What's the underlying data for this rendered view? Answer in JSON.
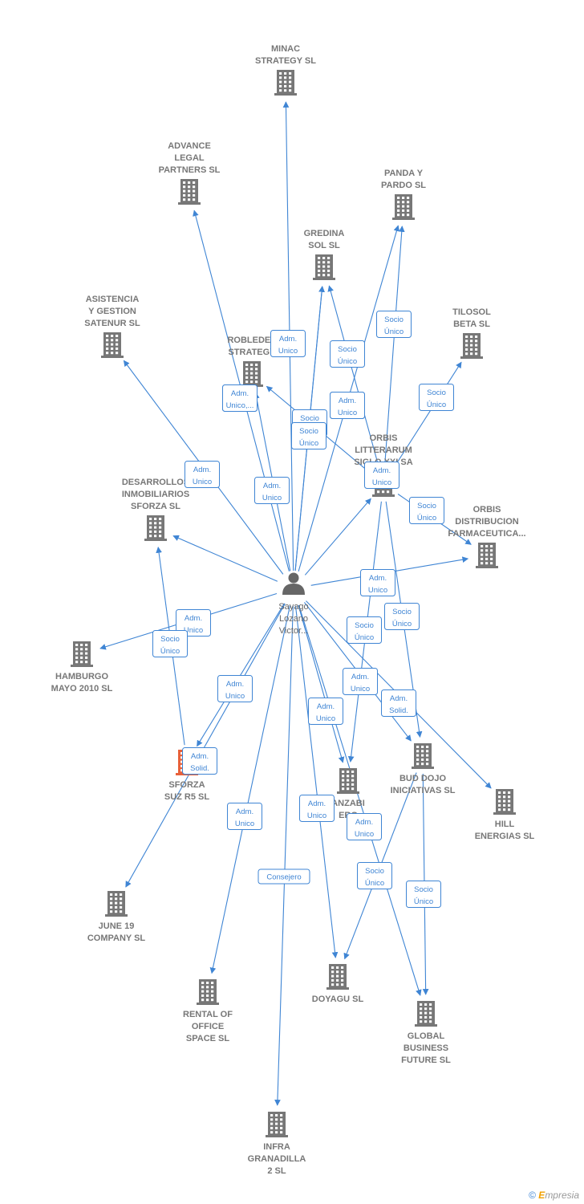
{
  "colors": {
    "edge": "#3f85d4",
    "building": "#777777",
    "highlight": "#e8613a",
    "person": "#666666"
  },
  "center": {
    "lines": [
      "Sayago",
      "Lozano",
      "Victor..."
    ],
    "icon": "person-icon"
  },
  "nodes": [
    {
      "id": "minac",
      "lines": [
        "MINAC",
        "STRATEGY  SL"
      ],
      "icon": "building-icon"
    },
    {
      "id": "advance",
      "lines": [
        "ADVANCE",
        "LEGAL",
        "PARTNERS  SL"
      ],
      "icon": "building-icon"
    },
    {
      "id": "panda",
      "lines": [
        "PANDA Y",
        "PARDO  SL"
      ],
      "icon": "building-icon"
    },
    {
      "id": "gredina",
      "lines": [
        "GREDINA",
        "SOL  SL"
      ],
      "icon": "building-icon"
    },
    {
      "id": "asistencia",
      "lines": [
        "ASISTENCIA",
        "Y GESTION",
        "SATENUR  SL"
      ],
      "icon": "building-icon"
    },
    {
      "id": "tilosol",
      "lines": [
        "TILOSOL",
        "BETA  SL"
      ],
      "icon": "building-icon"
    },
    {
      "id": "robledes",
      "lines": [
        "ROBLEDES",
        "STRATEGY"
      ],
      "icon": "building-icon"
    },
    {
      "id": "orbis_litt",
      "lines": [
        "ORBIS",
        "LITTERARUM",
        "SIGLO XXI SA"
      ],
      "icon": "building-icon"
    },
    {
      "id": "desarrollos",
      "lines": [
        "DESARROLLOS",
        "INMOBILIARIOS",
        "SFORZA  SL"
      ],
      "icon": "building-icon"
    },
    {
      "id": "orbis_dist",
      "lines": [
        "ORBIS",
        "DISTRIBUCION",
        "FARMACEUTICA..."
      ],
      "icon": "building-icon"
    },
    {
      "id": "hamburgo",
      "lines": [
        "HAMBURGO",
        "MAYO 2010 SL"
      ],
      "icon": "building-icon"
    },
    {
      "id": "sforza",
      "lines": [
        "SFORZA",
        "SUZ R5  SL"
      ],
      "icon": "building-icon",
      "highlight": true
    },
    {
      "id": "anzabi",
      "lines": [
        "ANZABI",
        "ERG"
      ],
      "icon": "building-icon"
    },
    {
      "id": "bud",
      "lines": [
        "BUD DOJO",
        "INICIATIVAS SL"
      ],
      "icon": "building-icon"
    },
    {
      "id": "hill",
      "lines": [
        "HILL",
        "ENERGIAS  SL"
      ],
      "icon": "building-icon"
    },
    {
      "id": "june",
      "lines": [
        "JUNE 19",
        "COMPANY  SL"
      ],
      "icon": "building-icon"
    },
    {
      "id": "rental",
      "lines": [
        "RENTAL OF",
        "OFFICE",
        "SPACE  SL"
      ],
      "icon": "building-icon"
    },
    {
      "id": "doyagu",
      "lines": [
        "DOYAGU  SL"
      ],
      "icon": "building-icon"
    },
    {
      "id": "global",
      "lines": [
        "GLOBAL",
        "BUSINESS",
        "FUTURE SL"
      ],
      "icon": "building-icon"
    },
    {
      "id": "infra",
      "lines": [
        "INFRA",
        "GRANADILLA",
        "2  SL"
      ],
      "icon": "building-icon"
    }
  ],
  "relations": [
    {
      "from": "center",
      "to": "minac",
      "lines": [
        "Adm.",
        "Unico"
      ]
    },
    {
      "from": "center",
      "to": "advance",
      "lines": [
        "Adm.",
        "Unico"
      ]
    },
    {
      "from": "center",
      "to": "robledes",
      "lines": [
        "Adm.",
        "Unico,..."
      ]
    },
    {
      "from": "center",
      "to": "gredina",
      "lines": [
        "Socio",
        "Único"
      ]
    },
    {
      "from": "center",
      "to": "gredina",
      "lines": [
        "Adm.",
        "Unico"
      ]
    },
    {
      "from": "center",
      "to": "panda",
      "lines": [
        "Adm.",
        "Unico"
      ]
    },
    {
      "from": "orbis_litt",
      "to": "panda",
      "lines": [
        "Socio",
        "Único"
      ]
    },
    {
      "from": "orbis_litt",
      "to": "gredina",
      "lines": [
        "Socio",
        "Único"
      ]
    },
    {
      "from": "orbis_litt",
      "to": "robledes",
      "lines": [
        "Socio",
        "Único"
      ]
    },
    {
      "from": "orbis_litt",
      "to": "tilosol",
      "lines": [
        "Socio",
        "Único"
      ]
    },
    {
      "from": "center",
      "to": "asistencia",
      "lines": [
        "Adm.",
        "Unico"
      ]
    },
    {
      "from": "center",
      "to": "orbis_litt",
      "lines": [
        "Adm.",
        "Unico"
      ]
    },
    {
      "from": "orbis_litt",
      "to": "orbis_dist",
      "lines": [
        "Socio",
        "Único"
      ]
    },
    {
      "from": "center",
      "to": "desarrollos",
      "lines": [
        "Adm.",
        "Unico"
      ]
    },
    {
      "from": "center",
      "to": "orbis_dist",
      "lines": [
        "Adm.",
        "Unico"
      ]
    },
    {
      "from": "center",
      "to": "hamburgo",
      "lines": [
        "Adm.",
        "Unico"
      ]
    },
    {
      "from": "sforza",
      "to": "desarrollos",
      "lines": [
        "Socio",
        "Único"
      ]
    },
    {
      "from": "center",
      "to": "sforza",
      "lines": [
        "Adm.",
        "Unico"
      ]
    },
    {
      "from": "center",
      "to": "june",
      "lines": [
        "Adm.",
        "Solid."
      ]
    },
    {
      "from": "orbis_litt",
      "to": "anzabi",
      "lines": [
        "Socio",
        "Único"
      ]
    },
    {
      "from": "orbis_litt",
      "to": "bud",
      "lines": [
        "Socio",
        "Único"
      ]
    },
    {
      "from": "center",
      "to": "anzabi",
      "lines": [
        "Adm.",
        "Unico"
      ]
    },
    {
      "from": "center",
      "to": "bud",
      "lines": [
        "Adm.",
        "Solid."
      ]
    },
    {
      "from": "center",
      "to": "hill",
      "lines": [
        "Adm.",
        "Unico"
      ]
    },
    {
      "from": "center",
      "to": "rental",
      "lines": [
        "Adm.",
        "Unico"
      ]
    },
    {
      "from": "center",
      "to": "doyagu",
      "lines": [
        "Adm.",
        "Unico"
      ]
    },
    {
      "from": "center",
      "to": "global",
      "lines": [
        "Adm.",
        "Unico"
      ]
    },
    {
      "from": "bud",
      "to": "doyagu",
      "lines": [
        "Socio",
        "Único"
      ]
    },
    {
      "from": "bud",
      "to": "global",
      "lines": [
        "Socio",
        "Único"
      ]
    },
    {
      "from": "center",
      "to": "infra",
      "lines": [
        "Consejero"
      ]
    }
  ],
  "footer": {
    "copyright": "©",
    "brand_initial": "E",
    "brand_rest": "mpresia"
  }
}
